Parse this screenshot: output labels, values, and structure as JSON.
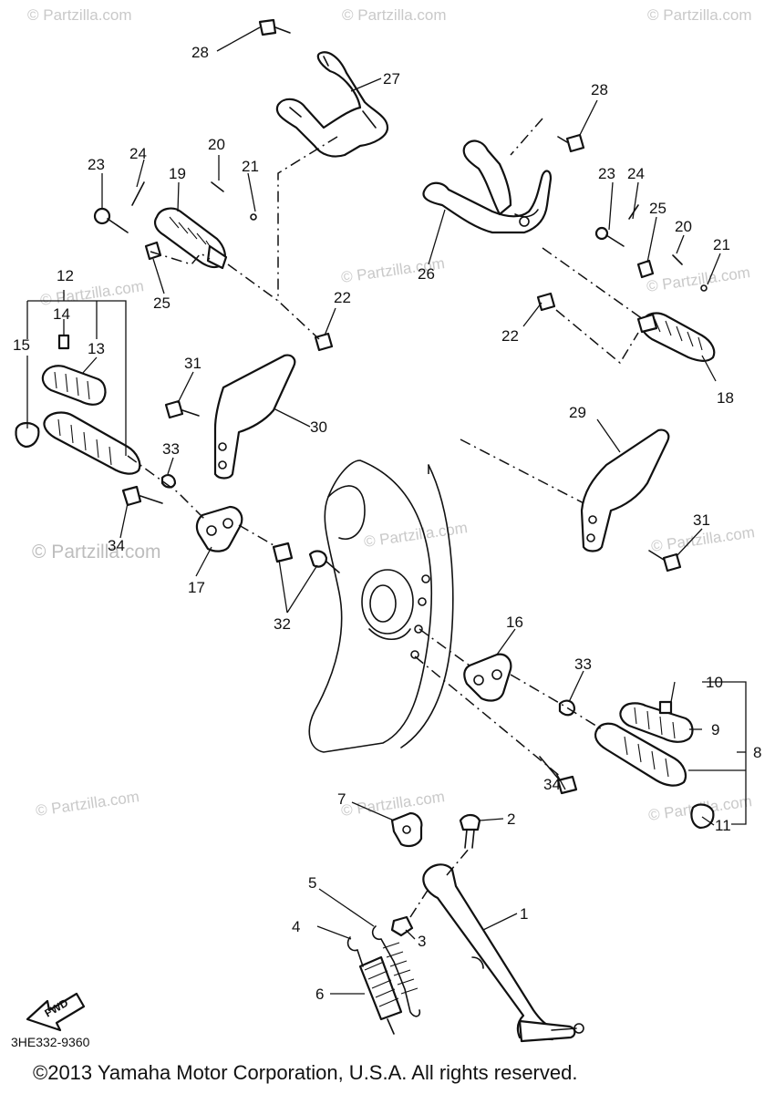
{
  "watermarks": {
    "text": "© Partzilla.com",
    "large_text": "© Partzilla.com"
  },
  "callouts": {
    "c1": "1",
    "c2": "2",
    "c3": "3",
    "c4": "4",
    "c5": "5",
    "c6": "6",
    "c7": "7",
    "c8": "8",
    "c9": "9",
    "c10": "10",
    "c11": "11",
    "c12": "12",
    "c13": "13",
    "c14": "14",
    "c15": "15",
    "c16": "16",
    "c17": "17",
    "c18": "18",
    "c19": "19",
    "c20a": "20",
    "c20b": "20",
    "c21a": "21",
    "c21b": "21",
    "c22a": "22",
    "c22b": "22",
    "c23a": "23",
    "c23b": "23",
    "c24a": "24",
    "c24b": "24",
    "c25a": "25",
    "c25b": "25",
    "c26": "26",
    "c27": "27",
    "c28a": "28",
    "c28b": "28",
    "c29": "29",
    "c30": "30",
    "c31a": "31",
    "c31b": "31",
    "c32": "32",
    "c33a": "33",
    "c33b": "33",
    "c34a": "34",
    "c34b": "34"
  },
  "fwd_label": "FWD",
  "diagram_code": "3HE332-9360",
  "copyright": "©2013  Yamaha Motor Corporation, U.S.A. All rights reserved."
}
